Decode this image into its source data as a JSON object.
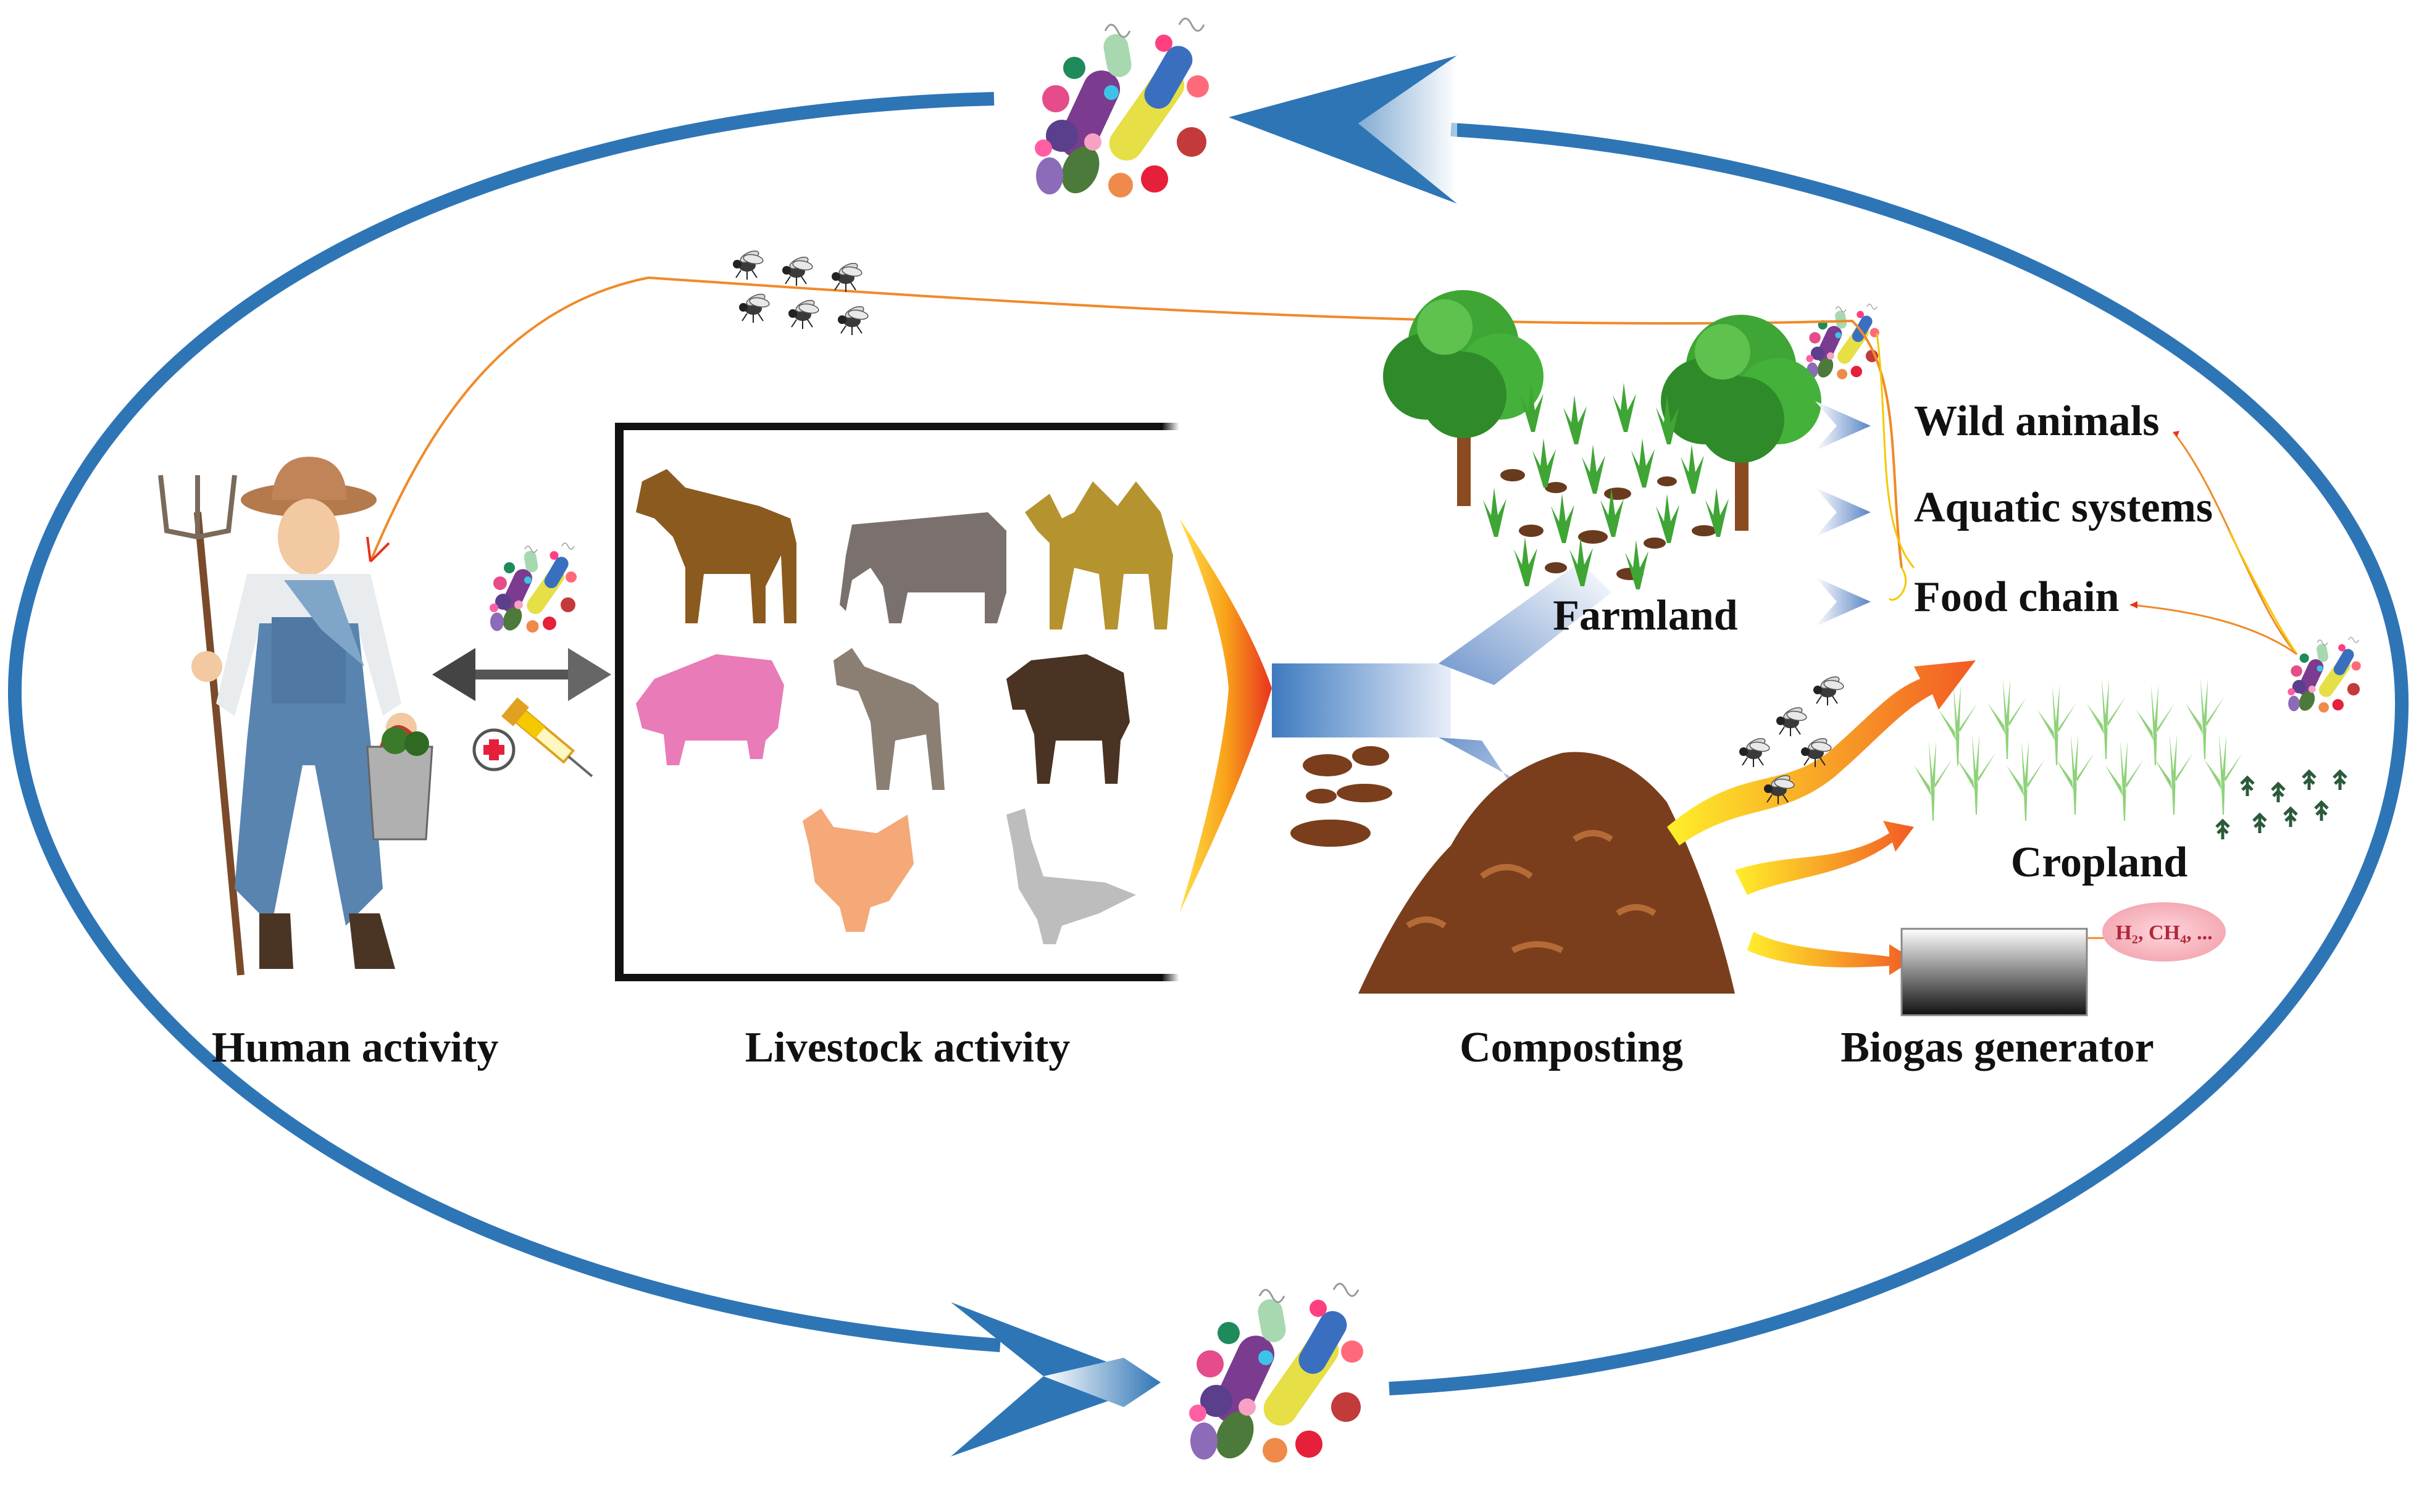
{
  "labels": {
    "human_activity": "Human activity",
    "livestock_activity": "Livestock activity",
    "farmland": "Farmland",
    "composting": "Composting",
    "cropland": "Cropland",
    "biogas_generator": "Biogas generator",
    "wild_animals": "Wild animals",
    "aquatic_systems": "Aquatic systems",
    "food_chain": "Food chain",
    "biogas_products": "H₂, CH₄, ..."
  },
  "colors": {
    "cycle_arrow": "#2e75b6",
    "flow_orange": "#f47a20",
    "flow_yellow": "#f5e400",
    "heap_brown": "#7a3e1c",
    "tree_green": "#3fa535",
    "crop_green": "#8fd27a"
  },
  "icons": {
    "farmer": "farmer-illustration",
    "syringe": "syringe-icon",
    "medical_cross": "medical-cross-icon",
    "flies": "fly-icon",
    "microbe_cluster": "microbe-cluster-icon"
  }
}
